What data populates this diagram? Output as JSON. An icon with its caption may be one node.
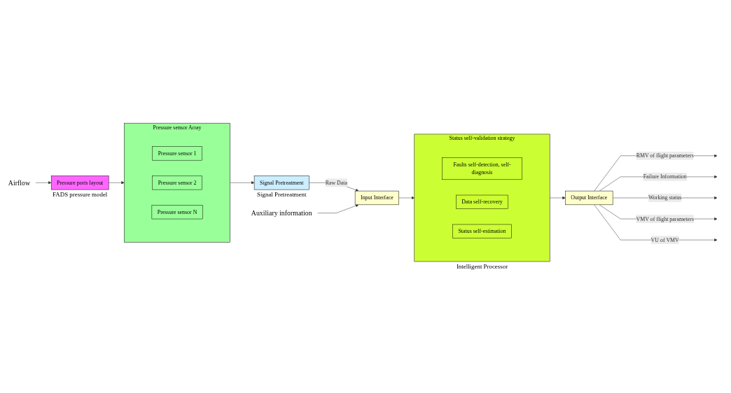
{
  "diagram": {
    "nodes": [
      {
        "text": [
          "Airflow"
        ]
      },
      {
        "text": [
          "Pressure ports layout"
        ],
        "beside": [
          "FADS pressure model"
        ]
      },
      {
        "text": [
          "Pressure sensor Array"
        ]
      },
      {
        "text": [
          "Pressure sensor 1"
        ],
        "in": 2
      },
      {
        "text": [
          "Pressure sensor 2"
        ],
        "in": 2
      },
      {
        "text": [
          "Pressure sensor N"
        ],
        "in": 2
      },
      {
        "text": [
          "Signal Pretreatment"
        ],
        "beside": [
          "Signal Pretreatment"
        ]
      },
      {
        "text": [
          "Input Interface"
        ]
      },
      {
        "text": [
          "Auxiliary information"
        ]
      },
      {
        "text": [
          "Status self-validation strategy"
        ],
        "beside": [
          "Intelligent Processor"
        ]
      },
      {
        "text": [
          "Faults self-detection, self-diagnosis"
        ],
        "in": 9
      },
      {
        "text": [
          "Data self-recovery"
        ],
        "in": 9
      },
      {
        "text": [
          "Status self-estimation"
        ],
        "in": 9
      },
      {
        "text": [
          "Output Interface"
        ]
      }
    ],
    "edges": [
      {
        "from": 0,
        "to": 1,
        "arrow": "to"
      },
      {
        "from": 1,
        "to": 2,
        "arrow": "to"
      },
      {
        "from": 2,
        "to": 6,
        "arrow": "to"
      },
      {
        "from": 6,
        "to": 7,
        "arrow": "to",
        "label": "Raw Data"
      },
      {
        "from": 8,
        "to": 7,
        "arrow": "to"
      },
      {
        "from": 7,
        "to": 9,
        "arrow": "to"
      },
      {
        "from": 9,
        "to": 13,
        "arrow": "to"
      },
      {
        "from": 13,
        "to": null,
        "arrow": "to",
        "label": "RMV of flight parameters"
      },
      {
        "from": 13,
        "to": null,
        "arrow": "to",
        "label": "Failure Information"
      },
      {
        "from": 13,
        "to": null,
        "arrow": "to",
        "label": "Working status"
      },
      {
        "from": 13,
        "to": null,
        "arrow": "to",
        "label": "VMV of flight parameters"
      },
      {
        "from": 13,
        "to": null,
        "arrow": "to",
        "label": "VU of VMV"
      }
    ]
  }
}
